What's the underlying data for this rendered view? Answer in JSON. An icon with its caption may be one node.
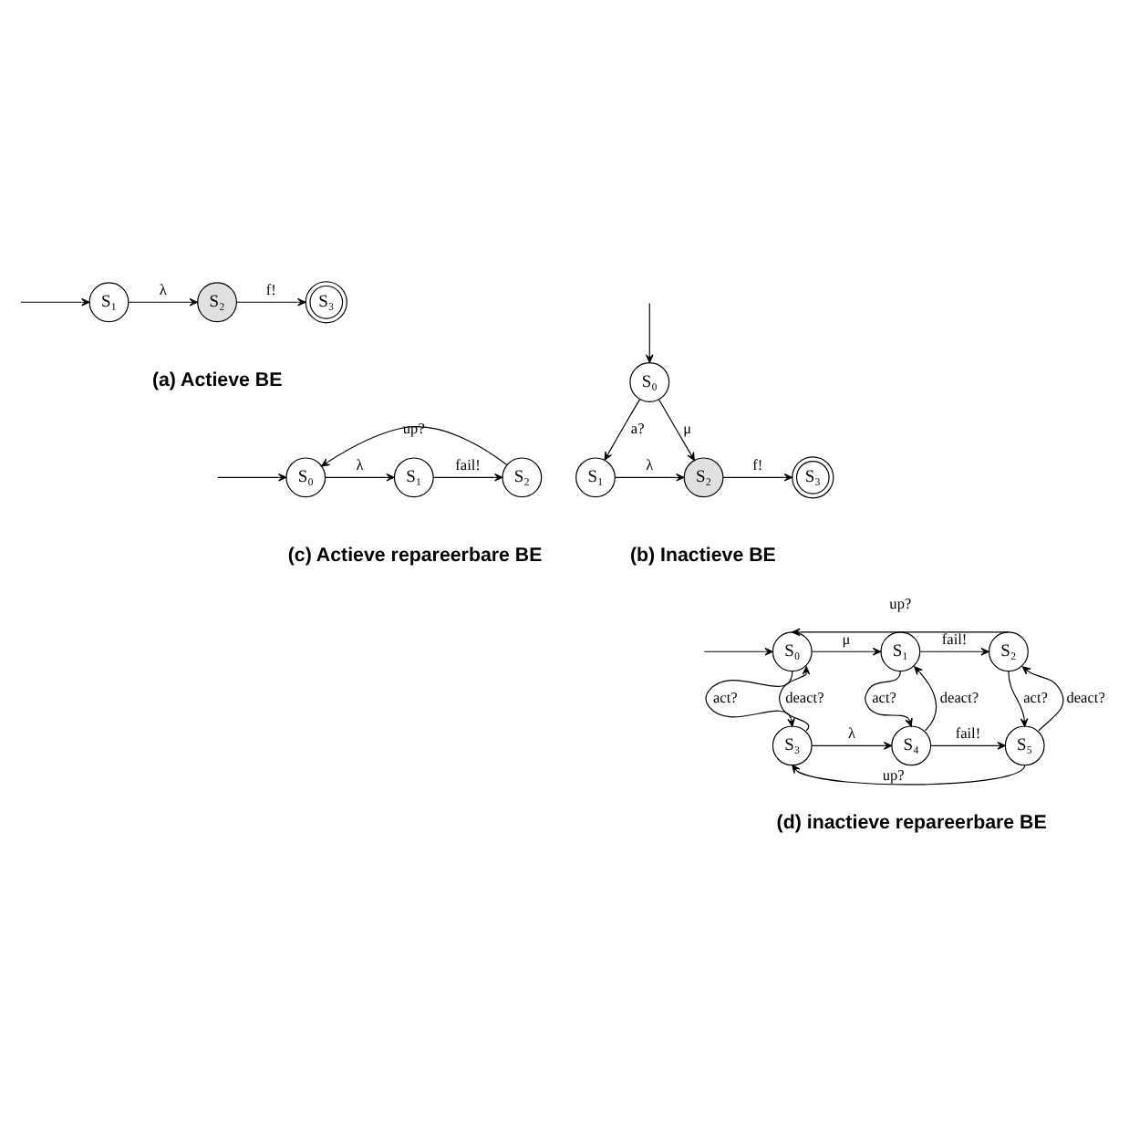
{
  "diagram": {
    "nodes": [
      {
        "text": [
          "S₁"
        ]
      },
      {
        "text": [
          "S₂"
        ]
      },
      {
        "text": [
          "S₃"
        ]
      },
      {
        "text": [
          "S₀"
        ]
      },
      {
        "text": [
          "S₁"
        ]
      },
      {
        "text": [
          "S₂"
        ]
      },
      {
        "text": [
          "S₃"
        ]
      },
      {
        "text": [
          "S₀"
        ]
      },
      {
        "text": [
          "S₁"
        ]
      },
      {
        "text": [
          "S₂"
        ]
      },
      {
        "text": [
          "S₀"
        ]
      },
      {
        "text": [
          "S₁"
        ]
      },
      {
        "text": [
          "S₂"
        ]
      },
      {
        "text": [
          "S₃"
        ]
      },
      {
        "text": [
          "S₄"
        ]
      },
      {
        "text": [
          "S₅"
        ]
      }
    ],
    "edges": [
      {
        "from": null,
        "to": 0,
        "arrow": "to"
      },
      {
        "from": 0,
        "to": 1,
        "arrow": "to",
        "label": "λ"
      },
      {
        "from": 1,
        "to": 2,
        "arrow": "to",
        "label": "f!"
      },
      {
        "from": null,
        "to": 3,
        "arrow": "to"
      },
      {
        "from": 3,
        "to": 4,
        "arrow": "to",
        "label": "a?"
      },
      {
        "from": 3,
        "to": 5,
        "arrow": "to",
        "label": "μ"
      },
      {
        "from": 4,
        "to": 5,
        "arrow": "to",
        "label": "λ"
      },
      {
        "from": 5,
        "to": 6,
        "arrow": "to",
        "label": "f!"
      },
      {
        "from": null,
        "to": 7,
        "arrow": "to"
      },
      {
        "from": 7,
        "to": 8,
        "arrow": "to",
        "label": "λ"
      },
      {
        "from": 8,
        "to": 9,
        "arrow": "to",
        "label": "fail!"
      },
      {
        "from": 9,
        "to": 7,
        "arrow": "to",
        "label": "up?"
      },
      {
        "from": null,
        "to": 10,
        "arrow": "to"
      },
      {
        "from": 10,
        "to": 11,
        "arrow": "to",
        "label": "μ"
      },
      {
        "from": 11,
        "to": 12,
        "arrow": "to",
        "label": "fail!"
      },
      {
        "from": 10,
        "to": 13,
        "arrow": "to",
        "label": "act?"
      },
      {
        "from": 13,
        "to": 10,
        "arrow": "to",
        "label": "deact?"
      },
      {
        "from": 11,
        "to": 14,
        "arrow": "to",
        "label": "act?"
      },
      {
        "from": 14,
        "to": 11,
        "arrow": "to",
        "label": "deact?"
      },
      {
        "from": 12,
        "to": 15,
        "arrow": "to",
        "label": "act?"
      },
      {
        "from": 15,
        "to": 12,
        "arrow": "to",
        "label": "deact?"
      },
      {
        "from": 13,
        "to": 14,
        "arrow": "to",
        "label": "λ"
      },
      {
        "from": 14,
        "to": 15,
        "arrow": "to",
        "label": "fail!"
      },
      {
        "from": 12,
        "to": 10,
        "arrow": "to",
        "label": "up?"
      },
      {
        "from": 15,
        "to": 13,
        "arrow": "to",
        "label": "up?"
      }
    ],
    "labels": [
      "(a) Actieve BE",
      "(b) Inactieve BE",
      "(c) Actieve repareerbare BE",
      "(d) inactieve repareerbare BE"
    ]
  }
}
